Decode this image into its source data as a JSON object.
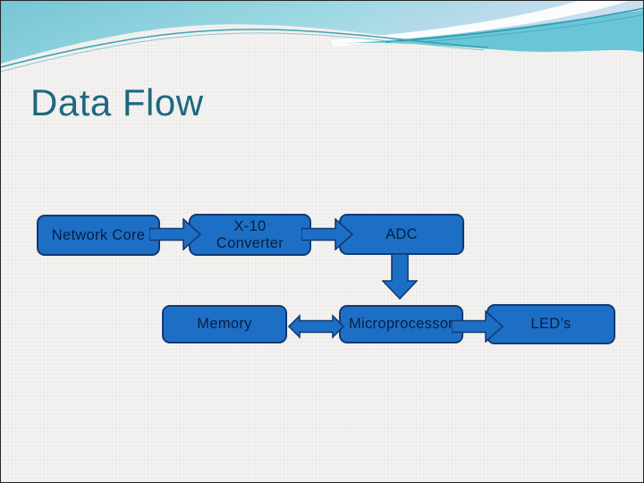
{
  "slide": {
    "title": "Data Flow",
    "nodes": {
      "network_core": "Network Core",
      "x10_converter": "X-10\nConverter",
      "adc": "ADC",
      "memory": "Memory",
      "microprocessor": "Microprocessor",
      "leds": "LED’s"
    },
    "connectors": {
      "network_to_x10": "block-arrow-right",
      "x10_to_adc": "block-arrow-right",
      "adc_to_microprocessor": "block-arrow-down",
      "memory_microprocessor": "block-arrow-left-right",
      "microprocessor_to_leds": "block-arrow-right"
    },
    "colors": {
      "node_fill": "#1d6fc6",
      "node_border": "#123a72",
      "node_text": "#081f3e",
      "title_text": "#1e6880",
      "header_teal": "#76c5d5",
      "header_lavender": "#cddcf0",
      "header_stripe": "#2d96ad",
      "slide_background": "#f4f3f1"
    }
  }
}
